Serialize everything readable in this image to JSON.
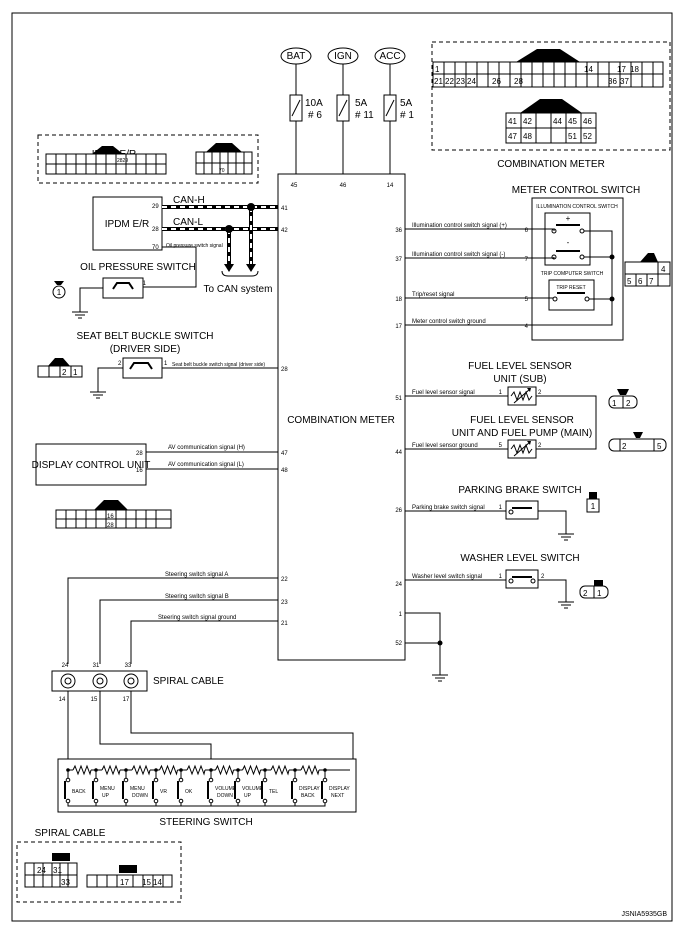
{
  "diagram_id": "JSNIA5935GB",
  "power": {
    "bat": "BAT",
    "ign": "IGN",
    "acc": "ACC",
    "fuse_bat_a": "10A",
    "fuse_bat_n": "# 6",
    "fuse_ign_a": "5A",
    "fuse_ign_n": "# 11",
    "fuse_acc_a": "5A",
    "fuse_acc_n": "# 1"
  },
  "combination_meter": {
    "title": "COMBINATION METER",
    "pins": {
      "p45": "45",
      "p46": "46",
      "p14": "14",
      "p41": "41",
      "p42": "42",
      "p36": "36",
      "p37": "37",
      "p18": "18",
      "p17": "17",
      "p28": "28",
      "p51": "51",
      "p47": "47",
      "p48": "48",
      "p44": "44",
      "p26": "26",
      "p22": "22",
      "p24": "24",
      "p23": "23",
      "p21": "21",
      "p1": "1",
      "p52": "52"
    },
    "connector": {
      "row1": [
        "1",
        "14",
        "17",
        "18"
      ],
      "row2": [
        "21",
        "22",
        "23",
        "24",
        "26",
        "28",
        "36",
        "37"
      ],
      "row3": [
        "41",
        "42",
        "44",
        "45",
        "46"
      ],
      "row4": [
        "47",
        "48",
        "51",
        "52"
      ]
    }
  },
  "ipdm": {
    "title": "IPDM E/R",
    "label": "IPDM E/R",
    "pins": {
      "p29": "29",
      "p28": "28",
      "p70": "70"
    },
    "conn_a": "2829",
    "conn_b": "70"
  },
  "can": {
    "h": "CAN-H",
    "l": "CAN-L",
    "to": "To CAN system"
  },
  "oil_switch": {
    "title": "OIL PRESSURE SWITCH",
    "signal": "Oil pressure switch signal",
    "pin": "1",
    "connector": "1"
  },
  "seat_belt": {
    "title_a": "SEAT BELT BUCKLE SWITCH",
    "title_b": "(DRIVER SIDE)",
    "signal": "Seat belt buckle switch signal  (driver side)",
    "pin2": "2",
    "pin1": "1",
    "conn2": "2",
    "conn1": "1"
  },
  "display_unit": {
    "title": "DISPLAY CONTROL UNIT",
    "pin28": "28",
    "pin16": "16",
    "sig_h": "AV communication signal (H)",
    "sig_l": "AV communication signal (L)",
    "conn16": "16",
    "conn28": "28"
  },
  "meter_control_switch": {
    "title": "METER CONTROL SWITCH",
    "illum_title": "ILLUMINATION CONTROL SWITCH",
    "plus": "+",
    "minus": "-",
    "trip_title": "TRIP COMPUTER SWITCH",
    "trip_reset": "TRIP RESET",
    "sig_plus": "Illumination control switch signal (+)",
    "sig_minus": "Illumination control switch signal (-)",
    "sig_trip": "Trip/reset signal",
    "sig_ground": "Meter control switch ground",
    "pin6": "6",
    "pin7": "7",
    "pin5": "5",
    "pin4": "4",
    "conn": [
      "4",
      "5",
      "6",
      "7"
    ]
  },
  "fuel_sub": {
    "title_a": "FUEL LEVEL SENSOR",
    "title_b": "UNIT (SUB)",
    "signal": "Fuel level sensor signal",
    "pin1": "1",
    "pin2": "2",
    "conn": [
      "1",
      "2"
    ]
  },
  "fuel_main": {
    "title_a": "FUEL LEVEL SENSOR",
    "title_b": "UNIT AND FUEL PUMP (MAIN)",
    "ground": "Fuel level sensor ground",
    "pin5": "5",
    "pin2": "2",
    "conn": [
      "2",
      "5"
    ]
  },
  "parking_brake": {
    "title": "PARKING BRAKE SWITCH",
    "signal": "Parking brake switch signal",
    "pin": "1",
    "conn": "1"
  },
  "washer": {
    "title": "WASHER LEVEL SWITCH",
    "signal": "Washer level switch signal",
    "pin1": "1",
    "pin2": "2",
    "conn": [
      "2",
      "1"
    ]
  },
  "steering_signals": {
    "a": "Steering switch signal A",
    "b": "Steering switch signal B",
    "gnd": "Steering switch signal ground"
  },
  "spiral_cable": {
    "title": "SPIRAL CABLE",
    "conn_title": "SPIRAL CABLE",
    "top": [
      "24",
      "31",
      "33"
    ],
    "bottom": [
      "14",
      "15",
      "17"
    ],
    "conn_left": [
      "24",
      "31",
      "33"
    ],
    "conn_right": [
      "17",
      "15",
      "14"
    ]
  },
  "steering_switch": {
    "title": "STEERING SWITCH",
    "buttons": [
      [
        "BACK",
        ""
      ],
      [
        "MENU",
        "UP"
      ],
      [
        "MENU",
        "DOWN"
      ],
      [
        "VR",
        ""
      ],
      [
        "OK",
        ""
      ],
      [
        "VOLUME",
        "DOWN"
      ],
      [
        "VOLUME",
        "UP"
      ],
      [
        "TEL",
        ""
      ],
      [
        "DISPLAY",
        "BACK"
      ],
      [
        "DISPLAY",
        "NEXT"
      ]
    ]
  }
}
